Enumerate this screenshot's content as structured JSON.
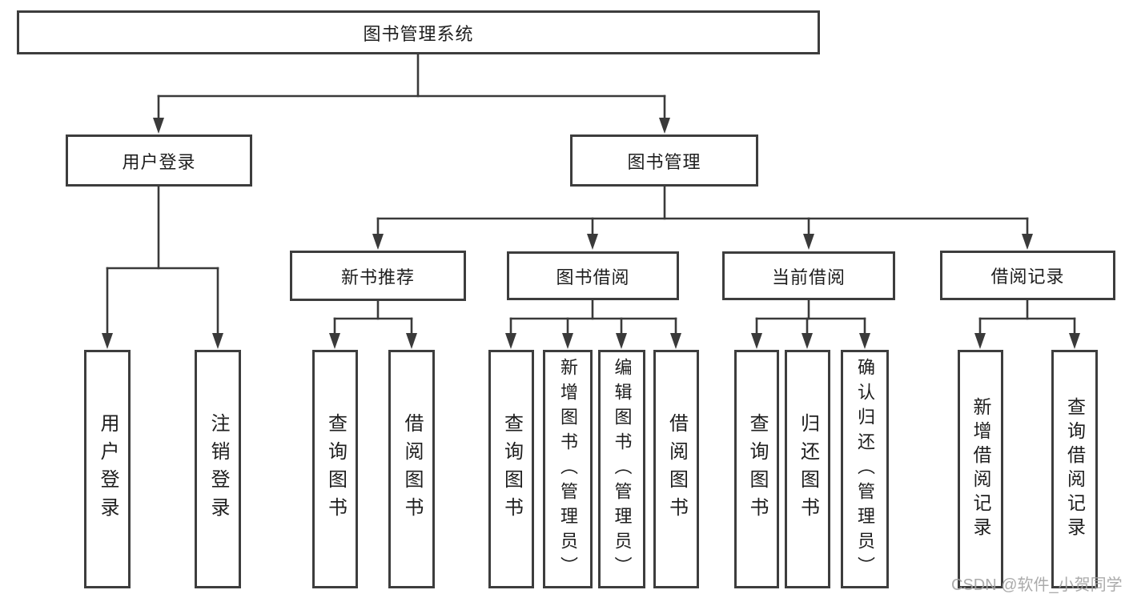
{
  "diagram": {
    "root": {
      "label": "图书管理系统"
    },
    "user_login": {
      "label": "用户登录",
      "children": [
        {
          "label": "用户登录"
        },
        {
          "label": "注销登录"
        }
      ]
    },
    "book_mgmt": {
      "label": "图书管理"
    },
    "new_book_rec": {
      "label": "新书推荐",
      "children": [
        {
          "label": "查询图书"
        },
        {
          "label": "借阅图书"
        }
      ]
    },
    "book_borrow": {
      "label": "图书借阅",
      "children": [
        {
          "label": "查询图书"
        },
        {
          "label": "新增图书（管理员）"
        },
        {
          "label": "编辑图书（管理员）"
        },
        {
          "label": "借阅图书"
        }
      ]
    },
    "current_borrow": {
      "label": "当前借阅",
      "children": [
        {
          "label": "查询图书"
        },
        {
          "label": "归还图书"
        },
        {
          "label": "确认归还（管理员）"
        }
      ]
    },
    "borrow_records": {
      "label": "借阅记录",
      "children": [
        {
          "label": "新增借阅记录"
        },
        {
          "label": "查询借阅记录"
        }
      ]
    }
  },
  "watermark": {
    "text": "CSDN @软件_小贺同学"
  },
  "colors": {
    "line": "#3a3a3a",
    "box_border": "#3d3d3d",
    "text": "#1e1e1e",
    "watermark": "#a2a2a2",
    "background": "#ffffff"
  }
}
